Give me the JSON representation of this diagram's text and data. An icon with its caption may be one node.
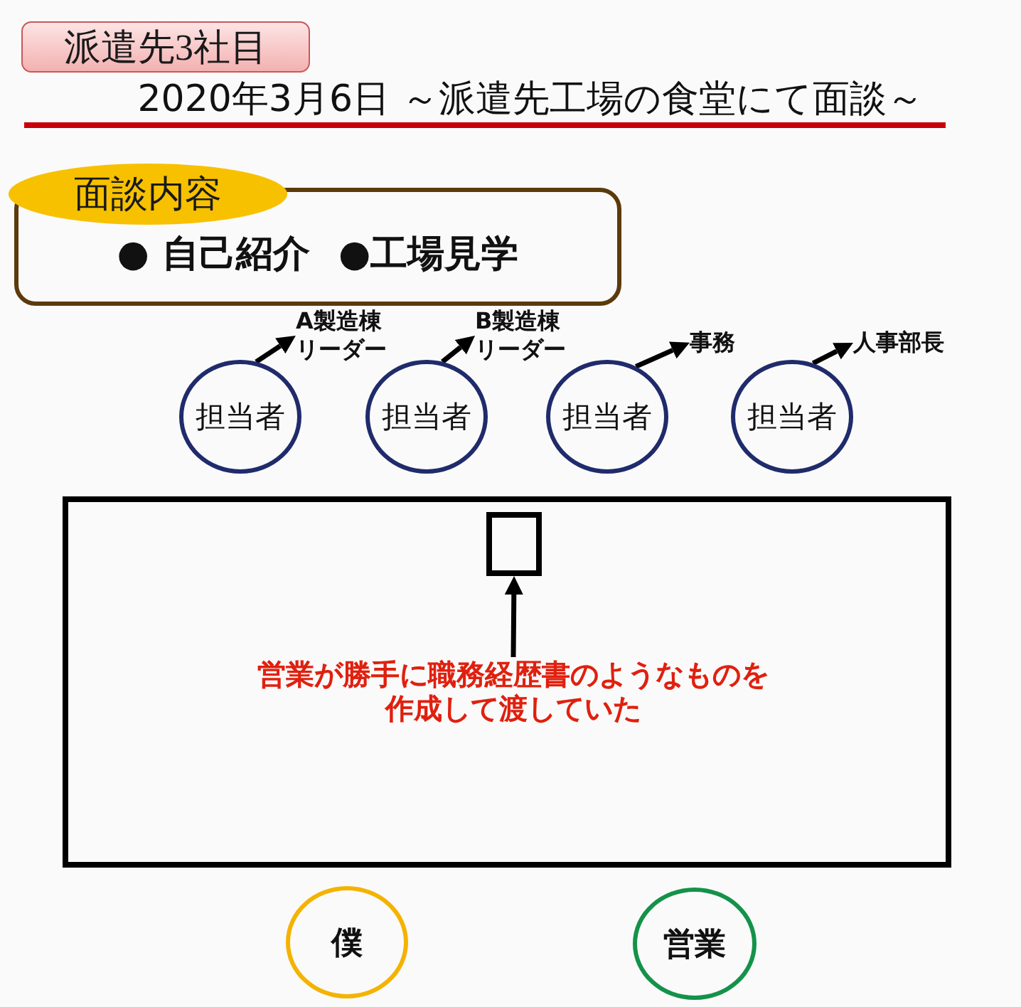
{
  "diagram": {
    "title": "2020年3月6日 ～派遣先工場の食堂にて面談～",
    "nodes": [
      {
        "text": [
          "派遣先3社目"
        ]
      },
      {
        "text": [
          "面談内容"
        ]
      },
      {
        "text": [
          "● 自己紹介",
          "●工場見学"
        ]
      },
      {
        "text": [
          "担当者"
        ]
      },
      {
        "text": [
          "A製造棟リーダー"
        ]
      },
      {
        "text": [
          "担当者"
        ]
      },
      {
        "text": [
          "B製造棟リーダー"
        ]
      },
      {
        "text": [
          "担当者"
        ]
      },
      {
        "text": [
          "事務"
        ]
      },
      {
        "text": [
          "担当者"
        ]
      },
      {
        "text": [
          "人事部長"
        ]
      },
      {
        "text": [],
        "shape": "box"
      },
      {
        "text": [],
        "shape": "box",
        "in": 11
      },
      {
        "text": [
          "営業が勝手に職務経歴書のようなものを作成して渡していた"
        ],
        "in": 11
      },
      {
        "text": [
          "僕"
        ]
      },
      {
        "text": [
          "営業"
        ]
      }
    ],
    "edges": [
      {
        "from": 3,
        "to": 4,
        "arrow": "to"
      },
      {
        "from": 5,
        "to": 6,
        "arrow": "to"
      },
      {
        "from": 7,
        "to": 8,
        "arrow": "to"
      },
      {
        "from": 9,
        "to": 10,
        "arrow": "to"
      },
      {
        "from": 13,
        "to": 12,
        "arrow": "to"
      }
    ]
  }
}
